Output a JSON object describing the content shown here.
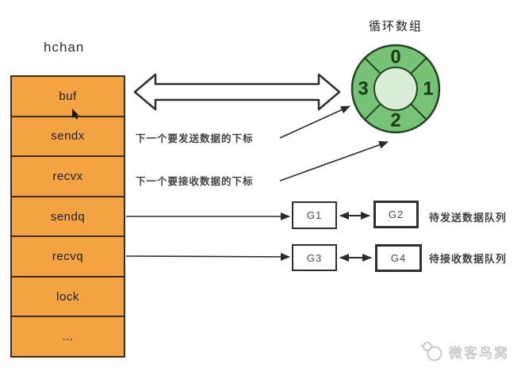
{
  "hchan": {
    "title": "hchan",
    "fields": [
      "buf",
      "sendx",
      "recvx",
      "sendq",
      "recvq",
      "lock",
      "..."
    ]
  },
  "circular_array": {
    "title": "循环数组",
    "slots": [
      "0",
      "1",
      "2",
      "3"
    ]
  },
  "notes": {
    "sendx": "下一个要发送数据的下标",
    "recvx": "下一个要接收数据的下标"
  },
  "queues": {
    "send": {
      "nodes": [
        "G1",
        "G2"
      ],
      "label": "待发送数据队列"
    },
    "recv": {
      "nodes": [
        "G3",
        "G4"
      ],
      "label": "待接收数据队列"
    }
  },
  "watermark": {
    "text": "微客鸟窝"
  },
  "colors": {
    "struct_fill": "#f4a342",
    "struct_border": "#3e2c15",
    "ring_fill": "#76c276",
    "ring_inner_fill": "#d9ecd5",
    "ring_stroke": "#24431f",
    "arrow_stroke": "#2a2a2a",
    "watermark_gray": "#c9c9c9"
  }
}
